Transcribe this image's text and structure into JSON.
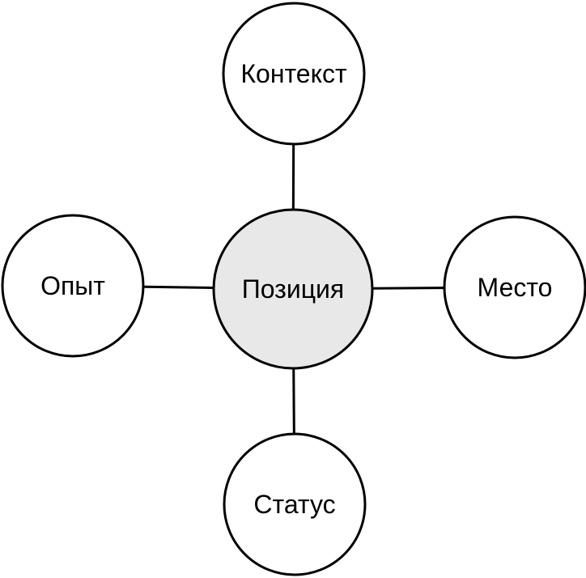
{
  "diagram": {
    "type": "radial-concept-map",
    "background_color": "#ffffff",
    "stroke_color": "#000000",
    "text_color": "#000000",
    "center_node": {
      "label": "Позиция",
      "fill": "#e8e8e8"
    },
    "nodes": [
      {
        "id": "kontekst",
        "label": "Контекст",
        "position": "top",
        "fill": "#ffffff"
      },
      {
        "id": "mesto",
        "label": "Место",
        "position": "right",
        "fill": "#ffffff"
      },
      {
        "id": "status",
        "label": "Статус",
        "position": "bottom",
        "fill": "#ffffff"
      },
      {
        "id": "opyt",
        "label": "Опыт",
        "position": "left",
        "fill": "#ffffff"
      }
    ],
    "edges": [
      {
        "from": "Позиция",
        "to": "Контекст"
      },
      {
        "from": "Позиция",
        "to": "Место"
      },
      {
        "from": "Позиция",
        "to": "Статус"
      },
      {
        "from": "Позиция",
        "to": "Опыт"
      }
    ]
  }
}
